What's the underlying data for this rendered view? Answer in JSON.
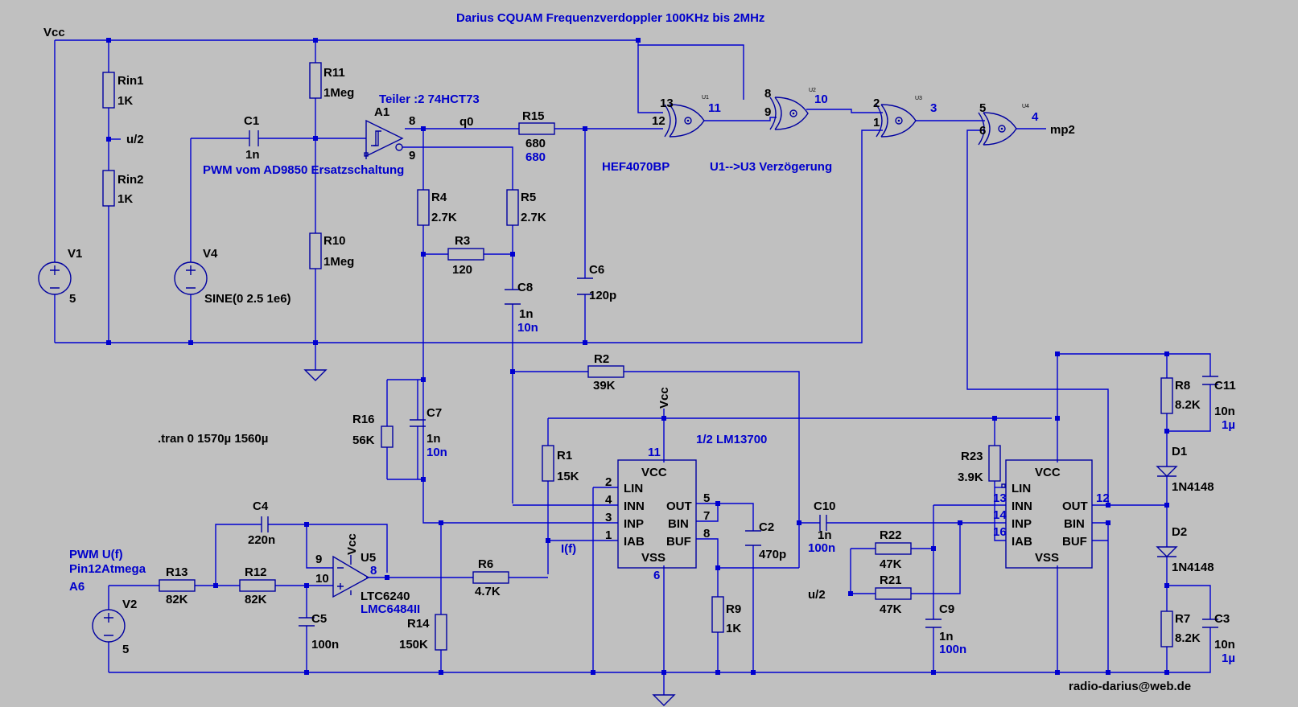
{
  "title": "Darius CQUAM Frequenzverdoppler 100KHz bis 2MHz",
  "footer": "radio-darius@web.de",
  "directive": ".tran 0 1570µ 1560µ",
  "nets": {
    "vcc": "Vcc",
    "q0": "q0",
    "u2": "u/2",
    "mp2": "mp2",
    "If": "I(f)",
    "vcc_u5": "Vcc"
  },
  "notes": {
    "teiler": "Teiler :2  74HCT73",
    "pwm_src": "PWM vom AD9850 Ersatzschaltung",
    "hef": "HEF4070BP",
    "delay": "U1-->U3 Verzögerung",
    "lm": "1/2 LM13700",
    "pwm_l1": "PWM U(f)",
    "pwm_l2": "Pin12Atmega",
    "pwm_l3": "A6"
  },
  "components": {
    "rin1": {
      "name": "Rin1",
      "value": "1K"
    },
    "rin2": {
      "name": "Rin2",
      "value": "1K"
    },
    "v1": {
      "name": "V1",
      "value": "5"
    },
    "c1": {
      "name": "C1",
      "value": "1n"
    },
    "v4": {
      "name": "V4",
      "value": "SINE(0 2.5 1e6)"
    },
    "r11": {
      "name": "R11",
      "value": "1Meg"
    },
    "r10": {
      "name": "R10",
      "value": "1Meg"
    },
    "a1": {
      "name": "A1",
      "pin_q": "8",
      "pin_qn": "9"
    },
    "r15": {
      "name": "R15",
      "value": "680",
      "value2": "680"
    },
    "r4": {
      "name": "R4",
      "value": "2.7K"
    },
    "r5": {
      "name": "R5",
      "value": "2.7K"
    },
    "r3": {
      "name": "R3",
      "value": "120"
    },
    "c8": {
      "name": "C8",
      "value": "1n",
      "value2": "10n"
    },
    "c6": {
      "name": "C6",
      "value": "120p"
    },
    "u1": {
      "pin_a": "13",
      "pin_b": "12",
      "pin_o": "11",
      "tag": "U1"
    },
    "u2": {
      "pin_a": "8",
      "pin_b": "9",
      "pin_o": "10",
      "tag": "U2"
    },
    "u3": {
      "pin_a": "2",
      "pin_b": "1",
      "pin_o": "3",
      "tag": "U3"
    },
    "u4": {
      "pin_a": "5",
      "pin_b": "6",
      "pin_o": "4",
      "tag": "U4"
    },
    "r2": {
      "name": "R2",
      "value": "39K"
    },
    "r16": {
      "name": "R16",
      "value": "56K"
    },
    "c7": {
      "name": "C7",
      "value": "1n",
      "value2": "10n"
    },
    "r1": {
      "name": "R1",
      "value": "15K"
    },
    "c4": {
      "name": "C4",
      "value": "220n"
    },
    "r13": {
      "name": "R13",
      "value": "82K"
    },
    "r12": {
      "name": "R12",
      "value": "82K"
    },
    "c5": {
      "name": "C5",
      "value": "100n"
    },
    "v2": {
      "name": "V2",
      "value": "5"
    },
    "u5": {
      "name": "U5",
      "model": "LTC6240",
      "model2": "LMC6484II",
      "pin_m": "9",
      "pin_p": "10",
      "pin_o": "8"
    },
    "r6": {
      "name": "R6",
      "value": "4.7K"
    },
    "r14": {
      "name": "R14",
      "value": "150K"
    },
    "lmA": {
      "vcc": "VCC",
      "lin": "LIN",
      "inn": "INN",
      "inp": "INP",
      "iab": "IAB",
      "out": "OUT",
      "bin": "BIN",
      "buf": "BUF",
      "vss": "VSS",
      "p_vcc": "11",
      "p_lin": "2",
      "p_inn": "4",
      "p_inp": "3",
      "p_iab": "1",
      "p_out": "5",
      "p_bin": "7",
      "p_buf": "8",
      "p_vss": "6"
    },
    "c2": {
      "name": "C2",
      "value": "470p"
    },
    "r9": {
      "name": "R9",
      "value": "1K"
    },
    "c10": {
      "name": "C10",
      "value": "1n",
      "value2": "100n"
    },
    "r22": {
      "name": "R22",
      "value": "47K"
    },
    "r21": {
      "name": "R21",
      "value": "47K"
    },
    "c9": {
      "name": "C9",
      "value": "1n",
      "value2": "100n"
    },
    "r23": {
      "name": "R23",
      "value": "3.9K"
    },
    "lmB": {
      "vcc": "VCC",
      "lin": "LIN",
      "inn": "INN",
      "inp": "INP",
      "iab": "IAB",
      "out": "OUT",
      "bin": "BIN",
      "buf": "BUF",
      "vss": "VSS",
      "p_lin": "13",
      "p_inn": "14",
      "p_inp": "16",
      "p_out": "12"
    },
    "r8": {
      "name": "R8",
      "value": "8.2K"
    },
    "c11": {
      "name": "C11",
      "value": "10n",
      "value2": "1µ"
    },
    "d1": {
      "name": "D1",
      "value": "1N4148"
    },
    "d2": {
      "name": "D2",
      "value": "1N4148"
    },
    "r7": {
      "name": "R7",
      "value": "8.2K"
    },
    "c3": {
      "name": "C3",
      "value": "10n",
      "value2": "1µ"
    }
  }
}
